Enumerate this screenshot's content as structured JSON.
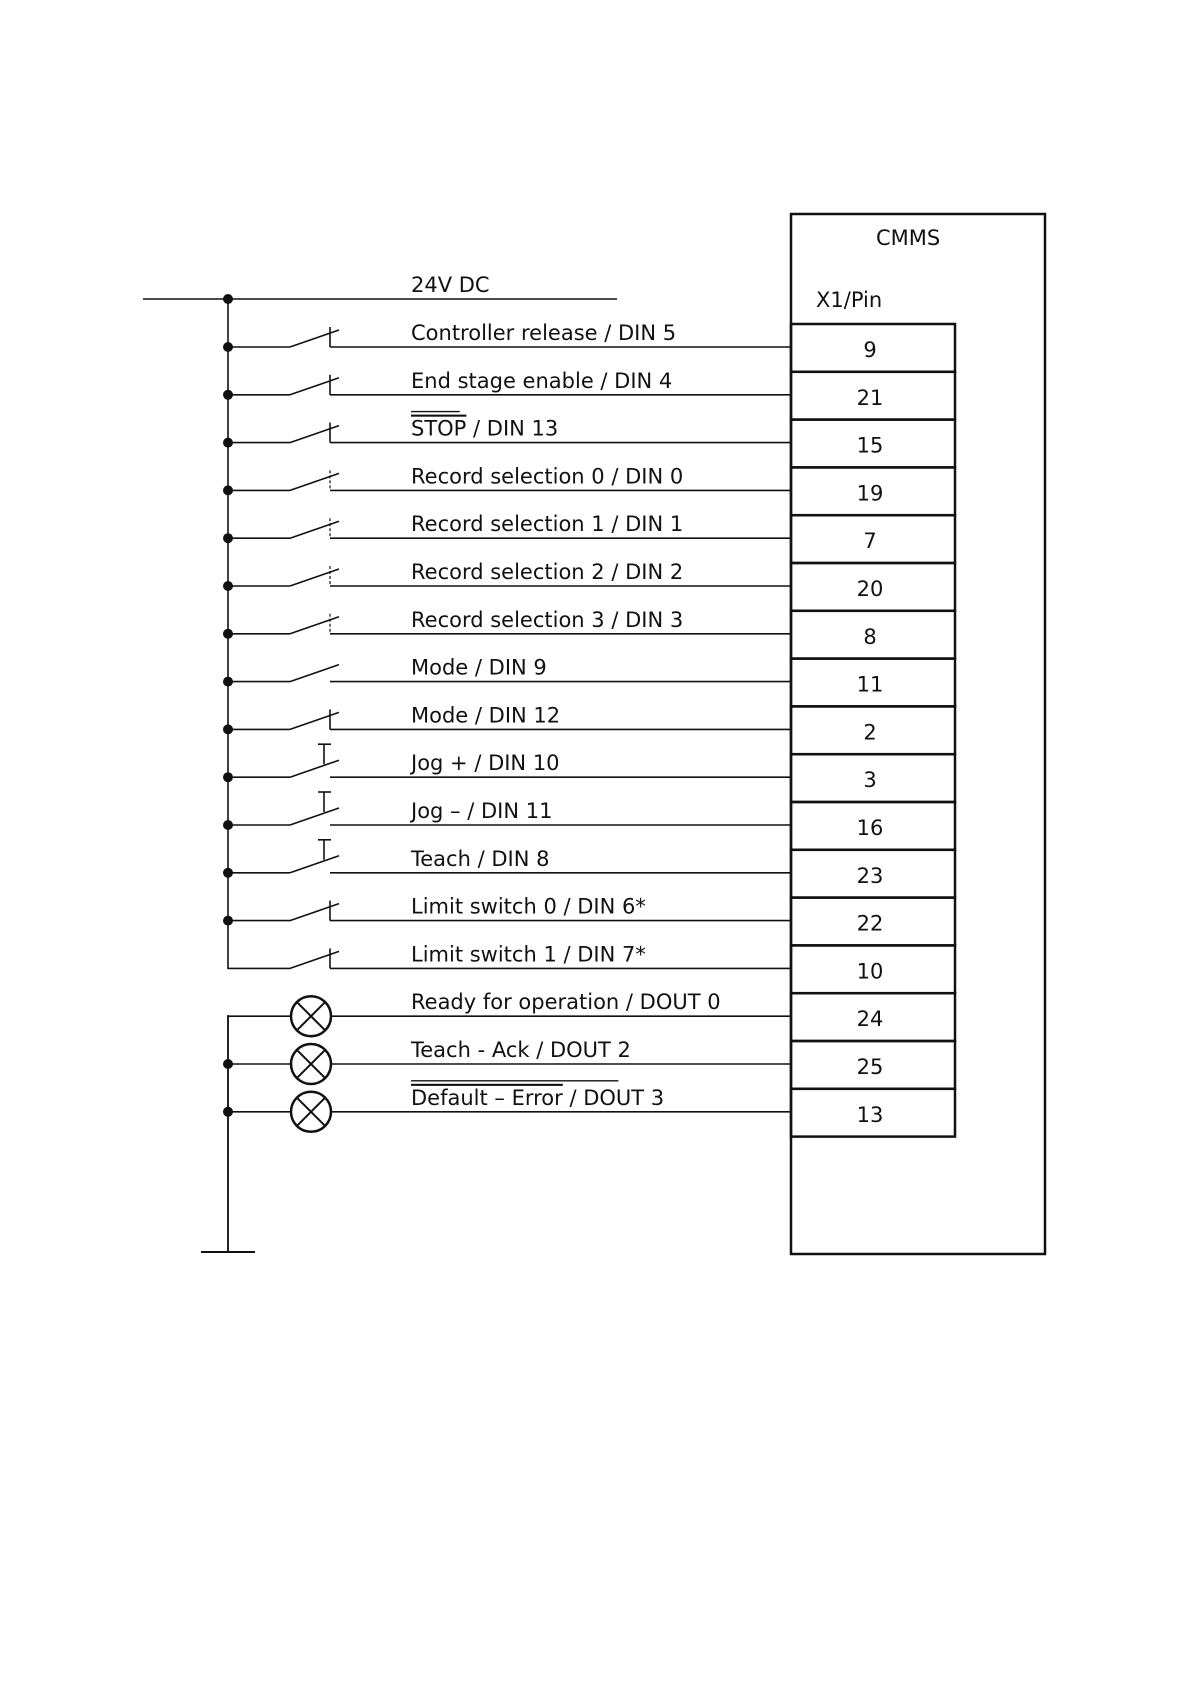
{
  "module": {
    "name": "CMMS",
    "pin_header": "X1/Pin"
  },
  "supply": {
    "label": "24V DC"
  },
  "inputs": [
    {
      "label": "Controller release / DIN 5",
      "pin": "9",
      "contact": "maintained"
    },
    {
      "label": "End stage enable / DIN 4",
      "pin": "21",
      "contact": "maintained"
    },
    {
      "label": "STOP / DIN 13",
      "pin": "15",
      "contact": "maintained",
      "overline_prefix": "STOP",
      "rest": " / DIN 13"
    },
    {
      "label": "Record selection 0 / DIN 0",
      "pin": "19",
      "contact": "selector"
    },
    {
      "label": "Record selection 1 / DIN 1",
      "pin": "7",
      "contact": "selector"
    },
    {
      "label": "Record selection 2 / DIN 2",
      "pin": "20",
      "contact": "selector"
    },
    {
      "label": "Record selection 3 / DIN 3",
      "pin": "8",
      "contact": "selector"
    },
    {
      "label": "Mode / DIN 9",
      "pin": "11",
      "contact": "plain"
    },
    {
      "label": "Mode / DIN 12",
      "pin": "2",
      "contact": "maintained"
    },
    {
      "label": "Jog + / DIN 10",
      "pin": "3",
      "contact": "pushbutton"
    },
    {
      "label": "Jog – / DIN 11",
      "pin": "16",
      "contact": "pushbutton"
    },
    {
      "label": "Teach / DIN 8",
      "pin": "23",
      "contact": "pushbutton"
    },
    {
      "label": "Limit switch 0 / DIN 6*",
      "pin": "22",
      "contact": "maintained"
    },
    {
      "label": "Limit switch 1 / DIN 7*",
      "pin": "10",
      "contact": "maintained"
    }
  ],
  "outputs": [
    {
      "label": "Ready for operation / DOUT 0",
      "pin": "24"
    },
    {
      "label": "Teach - Ack / DOUT 2",
      "pin": "25"
    },
    {
      "label": "Default  –  Error / DOUT 3",
      "pin": "13",
      "overline_prefix": "Default  –  Error",
      "rest": " / DOUT 3"
    }
  ],
  "colors": {
    "line": "#111111",
    "background": "#ffffff"
  }
}
